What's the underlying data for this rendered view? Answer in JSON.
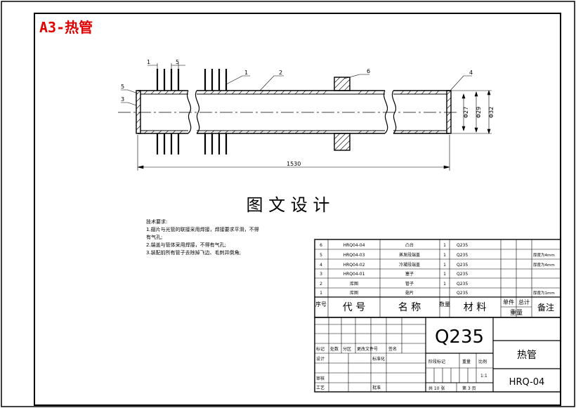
{
  "sheet_title": "A3-热管",
  "watermark": "图 文 设 计",
  "callouts": [
    "1",
    "2",
    "6",
    "4",
    "5",
    "3",
    "1",
    "5"
  ],
  "dimensions": {
    "length": "1530",
    "d1": "Φ27",
    "d2": "Φ29",
    "d3": "Φ32"
  },
  "notes": {
    "heading": "技术要求:",
    "lines": [
      "1.翅片与光管的联接采用焊接，焊接要求平滑，不得",
      "  有气孔;",
      "2.端盖与管体采用焊接，不得有气孔;",
      "3.装配前所有管子去除掉飞边、毛刺并倒角;"
    ]
  },
  "bom": {
    "rows": [
      {
        "no": "6",
        "code": "HRQ04-04",
        "name": "凸台",
        "qty": "1",
        "material": "Q235",
        "remark": ""
      },
      {
        "no": "5",
        "code": "HRQ04-03",
        "name": "蒸发段端盖",
        "qty": "1",
        "material": "Q235",
        "remark": "厚度为4mm"
      },
      {
        "no": "4",
        "code": "HRQ04-02",
        "name": "冷凝段端盖",
        "qty": "1",
        "material": "Q235",
        "remark": "厚度为4mm"
      },
      {
        "no": "3",
        "code": "HRQ04-01",
        "name": "塞子",
        "qty": "1",
        "material": "Q235",
        "remark": ""
      },
      {
        "no": "2",
        "code": "库图",
        "name": "管子",
        "qty": "1",
        "material": "Q235",
        "remark": ""
      },
      {
        "no": "1",
        "code": "库图",
        "name": "翅片",
        "qty": "",
        "material": "Q235",
        "remark": "厚度为1mm"
      }
    ],
    "header": {
      "no": "序号",
      "code": "代 号",
      "name": "名 称",
      "qty": "数量",
      "material": "材 料",
      "single": "单件",
      "total": "总计",
      "weight": "重量",
      "remark": "备注"
    }
  },
  "titleblock": {
    "material": "Q235",
    "part_name": "热管",
    "drawing_no": "HRQ-04",
    "labels": {
      "mark": "标记",
      "count": "处数",
      "zone": "分区",
      "change_doc": "更改文件号",
      "sign": "签名",
      "design": "设计",
      "standardize": "标准化",
      "stage_mark": "阶段标记",
      "weight": "重量",
      "scale": "比例",
      "review": "审核",
      "process": "工艺",
      "approve": "批准",
      "total_sheets": "共 10 张",
      "sheet_no": "第 3 页"
    },
    "scale": "1:1"
  },
  "colors": {
    "title": "#e00000",
    "line": "#000000",
    "hatch": "#000000"
  }
}
